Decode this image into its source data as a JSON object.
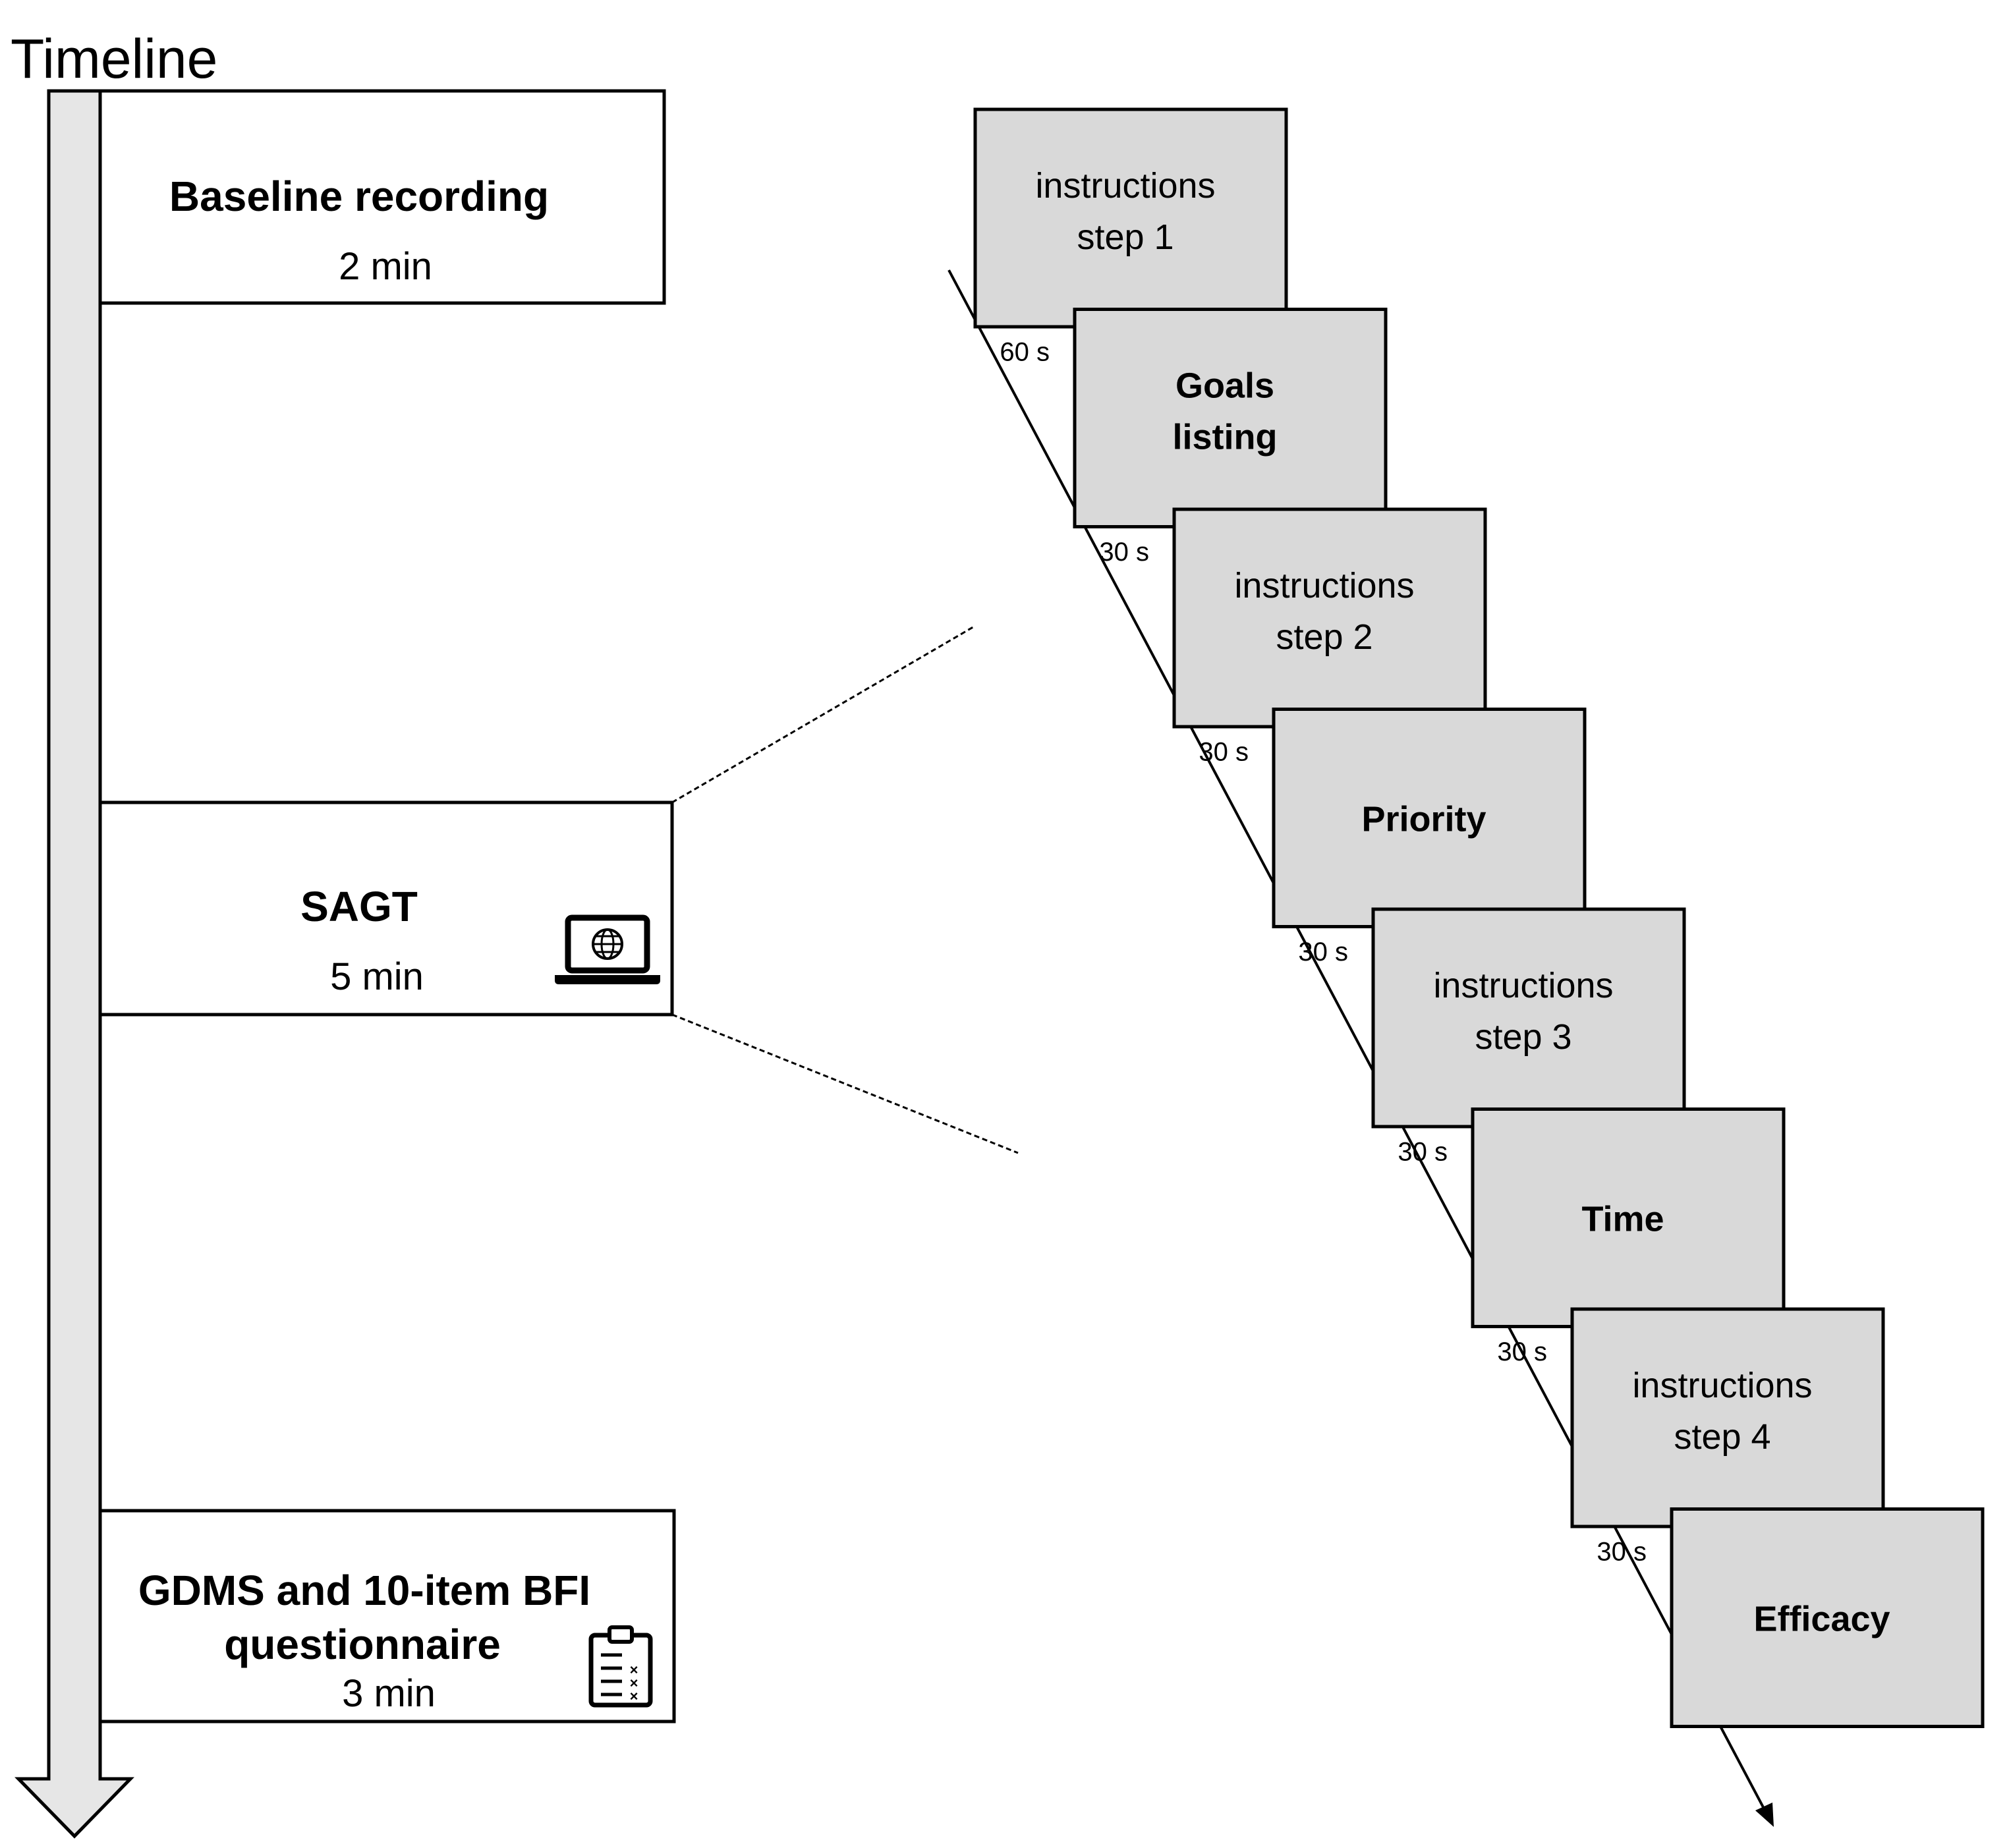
{
  "title": "Timeline",
  "phases": [
    {
      "title_lines": [
        "Baseline recording"
      ],
      "duration": "2 min",
      "icon": "none"
    },
    {
      "title_lines": [
        "SAGT"
      ],
      "duration": "5 min",
      "icon": "laptop-icon"
    },
    {
      "title_lines": [
        "GDMS and 10-item BFI",
        "questionnaire"
      ],
      "duration": "3 min",
      "icon": "clipboard-icon"
    }
  ],
  "steps": [
    {
      "lines": [
        "instructions",
        "step 1"
      ],
      "bold": false,
      "duration": ""
    },
    {
      "lines": [
        "Goals",
        "listing"
      ],
      "bold": true,
      "duration": "60 s"
    },
    {
      "lines": [
        "instructions",
        "step 2"
      ],
      "bold": false,
      "duration": "30 s"
    },
    {
      "lines": [
        "Priority"
      ],
      "bold": true,
      "duration": "30 s"
    },
    {
      "lines": [
        "instructions",
        "step 3"
      ],
      "bold": false,
      "duration": "30 s"
    },
    {
      "lines": [
        "Time"
      ],
      "bold": true,
      "duration": "30 s"
    },
    {
      "lines": [
        "instructions",
        "step 4"
      ],
      "bold": false,
      "duration": "30 s"
    },
    {
      "lines": [
        "Efficacy"
      ],
      "bold": true,
      "duration": "30 s"
    }
  ],
  "colors": {
    "card_fill": "#d9d9d9",
    "stroke": "#000000",
    "arrow_fill": "#e6e6e6"
  }
}
